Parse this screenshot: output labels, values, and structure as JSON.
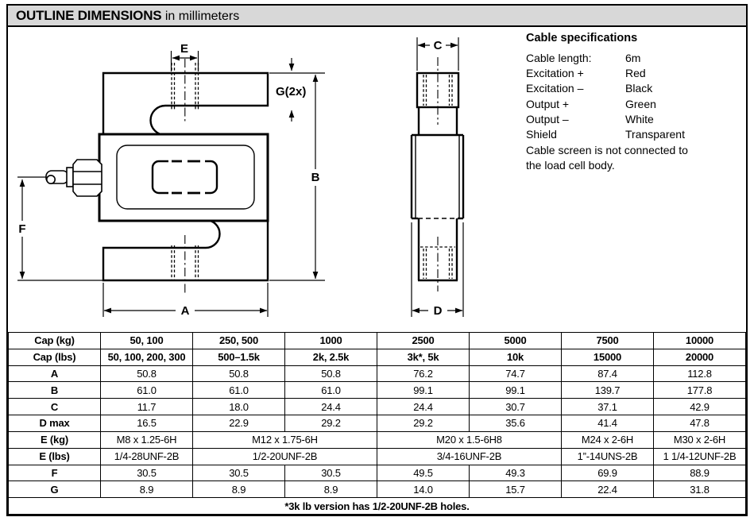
{
  "header": {
    "title": "OUTLINE DIMENSIONS",
    "subtitle": " in millimeters"
  },
  "cable_specs": {
    "title": "Cable specifications",
    "rows": [
      {
        "label": "Cable length:",
        "value": "6m"
      },
      {
        "label": "Excitation +",
        "value": "Red"
      },
      {
        "label": "Excitation –",
        "value": "Black"
      },
      {
        "label": "Output +",
        "value": "Green"
      },
      {
        "label": "Output –",
        "value": "White"
      },
      {
        "label": "Shield",
        "value": "Transparent"
      }
    ],
    "note": "Cable screen is not connected to the load cell body."
  },
  "drawing": {
    "labels": {
      "e": "E",
      "g": "G(2x)",
      "b": "B",
      "f": "F",
      "a": "A",
      "c": "C",
      "d": "D"
    }
  },
  "table": {
    "rows": [
      {
        "b": 1,
        "cells": [
          {
            "t": "Cap (kg)"
          },
          {
            "t": "50, 100"
          },
          {
            "t": "250, 500"
          },
          {
            "t": "1000"
          },
          {
            "t": "2500"
          },
          {
            "t": "5000"
          },
          {
            "t": "7500"
          },
          {
            "t": "10000"
          }
        ]
      },
      {
        "b": 1,
        "cells": [
          {
            "t": "Cap (lbs)"
          },
          {
            "t": "50, 100, 200, 300"
          },
          {
            "t": "500–1.5k"
          },
          {
            "t": "2k, 2.5k"
          },
          {
            "t": "3k*, 5k"
          },
          {
            "t": "10k"
          },
          {
            "t": "15000"
          },
          {
            "t": "20000"
          }
        ]
      },
      {
        "cells": [
          {
            "t": "A"
          },
          {
            "t": "50.8"
          },
          {
            "t": "50.8"
          },
          {
            "t": "50.8"
          },
          {
            "t": "76.2"
          },
          {
            "t": "74.7"
          },
          {
            "t": "87.4"
          },
          {
            "t": "112.8"
          }
        ]
      },
      {
        "cells": [
          {
            "t": "B"
          },
          {
            "t": "61.0"
          },
          {
            "t": "61.0"
          },
          {
            "t": "61.0"
          },
          {
            "t": "99.1"
          },
          {
            "t": "99.1"
          },
          {
            "t": "139.7"
          },
          {
            "t": "177.8"
          }
        ]
      },
      {
        "cells": [
          {
            "t": "C"
          },
          {
            "t": "11.7"
          },
          {
            "t": "18.0"
          },
          {
            "t": "24.4"
          },
          {
            "t": "24.4"
          },
          {
            "t": "30.7"
          },
          {
            "t": "37.1"
          },
          {
            "t": "42.9"
          }
        ]
      },
      {
        "cells": [
          {
            "t": "D max"
          },
          {
            "t": "16.5"
          },
          {
            "t": "22.9"
          },
          {
            "t": "29.2"
          },
          {
            "t": "29.2"
          },
          {
            "t": "35.6"
          },
          {
            "t": "41.4"
          },
          {
            "t": "47.8"
          }
        ]
      },
      {
        "cells": [
          {
            "t": "E (kg)"
          },
          {
            "t": "M8 x 1.25-6H"
          },
          {
            "t": "M12 x 1.75-6H",
            "s": 2
          },
          {
            "t": "M20 x 1.5-6H8",
            "s": 2
          },
          {
            "t": "M24 x 2-6H"
          },
          {
            "t": "M30 x 2-6H"
          }
        ]
      },
      {
        "cells": [
          {
            "t": "E (lbs)"
          },
          {
            "t": "1/4-28UNF-2B"
          },
          {
            "t": "1/2-20UNF-2B",
            "s": 2
          },
          {
            "t": "3/4-16UNF-2B",
            "s": 2
          },
          {
            "t": "1”-14UNS-2B"
          },
          {
            "t": "1 1/4-12UNF-2B"
          }
        ]
      },
      {
        "cells": [
          {
            "t": "F"
          },
          {
            "t": "30.5"
          },
          {
            "t": "30.5"
          },
          {
            "t": "30.5"
          },
          {
            "t": "49.5"
          },
          {
            "t": "49.3"
          },
          {
            "t": "69.9"
          },
          {
            "t": "88.9"
          }
        ]
      },
      {
        "cells": [
          {
            "t": "G"
          },
          {
            "t": "8.9"
          },
          {
            "t": "8.9"
          },
          {
            "t": "8.9"
          },
          {
            "t": "14.0"
          },
          {
            "t": "15.7"
          },
          {
            "t": "22.4"
          },
          {
            "t": "31.8"
          }
        ]
      },
      {
        "b": 1,
        "cells": [
          {
            "t": "*3k lb version has 1/2-20UNF-2B holes.",
            "s": 8
          }
        ]
      }
    ]
  }
}
